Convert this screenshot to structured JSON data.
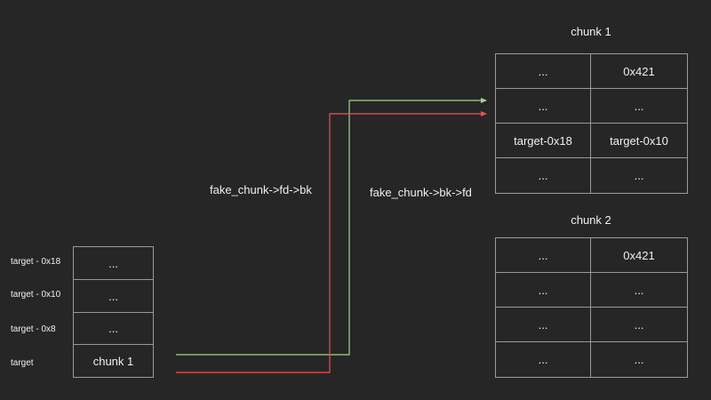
{
  "chunk1": {
    "title": "chunk 1",
    "rows": [
      [
        "...",
        "0x421"
      ],
      [
        "...",
        "..."
      ],
      [
        "target-0x18",
        "target-0x10"
      ],
      [
        "...",
        "..."
      ]
    ]
  },
  "chunk2": {
    "title": "chunk 2",
    "rows": [
      [
        "...",
        "0x421"
      ],
      [
        "...",
        "..."
      ],
      [
        "...",
        "..."
      ],
      [
        "...",
        "..."
      ]
    ]
  },
  "stack": {
    "labels": [
      "target - 0x18",
      "target - 0x10",
      "target - 0x8",
      "target"
    ],
    "cells": [
      "...",
      "...",
      "...",
      "chunk 1"
    ]
  },
  "arrows": {
    "green_label": "fake_chunk->fd->bk",
    "red_label": "fake_chunk->bk->fd",
    "green_color": "#a9d18e",
    "red_color": "#ff4b4b"
  }
}
